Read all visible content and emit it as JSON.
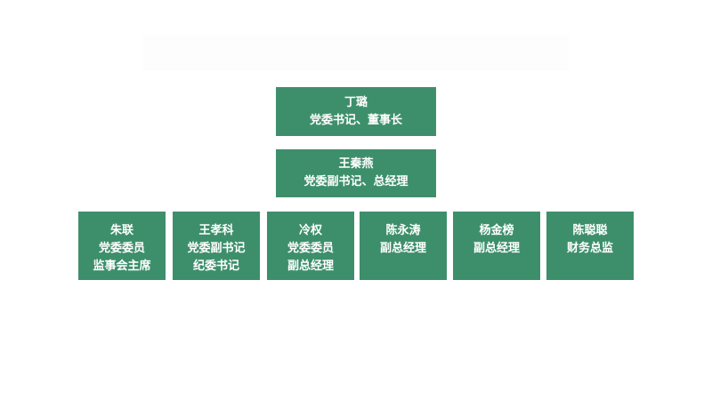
{
  "chart": {
    "accent_color": "#3d8f6b",
    "level1": {
      "name": "丁璐",
      "titles": [
        "党委书记、董事长"
      ]
    },
    "level2": {
      "name": "王秦燕",
      "titles": [
        "党委副书记、总经理"
      ]
    },
    "level3": [
      {
        "name": "朱联",
        "titles": [
          "党委委员",
          "监事会主席"
        ]
      },
      {
        "name": "王孝科",
        "titles": [
          "党委副书记",
          "纪委书记"
        ]
      },
      {
        "name": "冷权",
        "titles": [
          "党委委员",
          "副总经理"
        ]
      },
      {
        "name": "陈永涛",
        "titles": [
          "副总经理"
        ]
      },
      {
        "name": "杨金榜",
        "titles": [
          "副总经理"
        ]
      },
      {
        "name": "陈聪聪",
        "titles": [
          "财务总监"
        ]
      }
    ]
  }
}
